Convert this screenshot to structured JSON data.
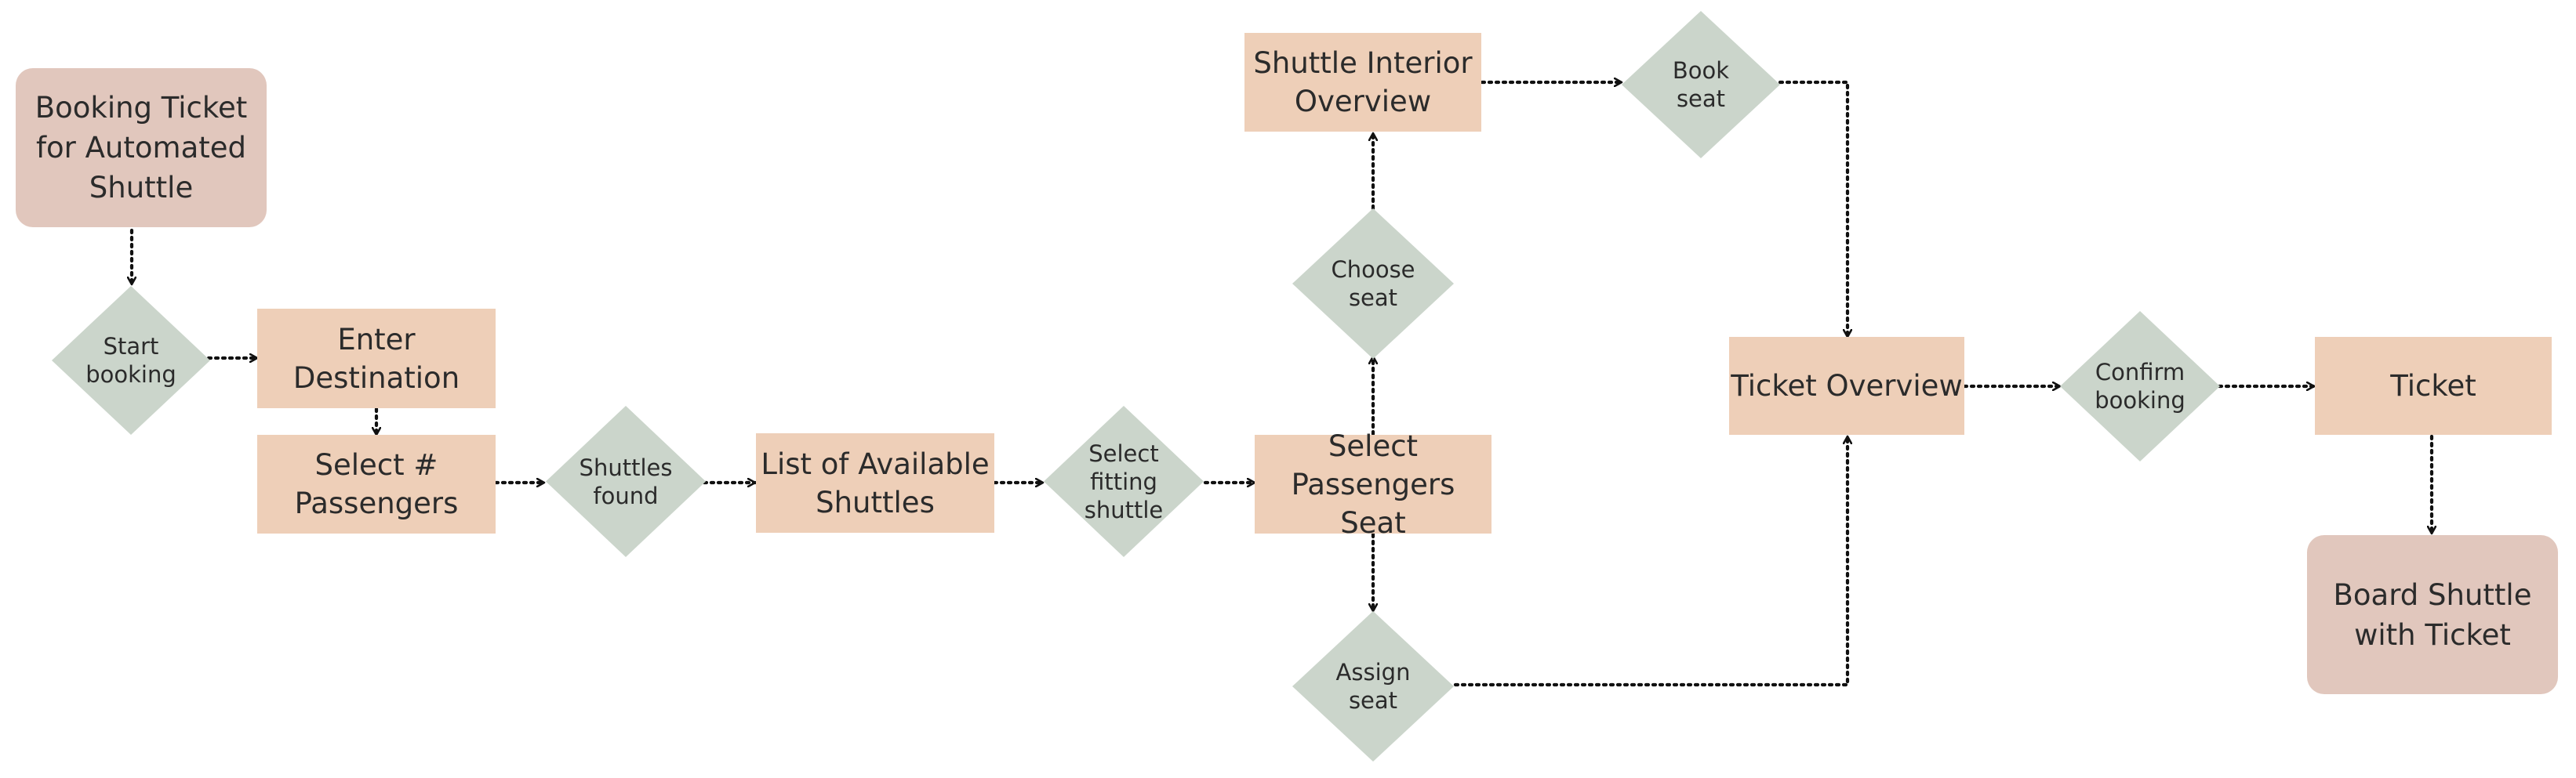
{
  "diagram": {
    "colors": {
      "terminal_fill": "#e1c7bd",
      "process_fill": "#eecfb8",
      "decision_fill": "#cbd5cb",
      "connector": "#111111",
      "text": "#2b2b2b"
    },
    "nodes": {
      "booking_ticket": "Booking Ticket\nfor Automated\nShuttle",
      "start_booking": "Start\nbooking",
      "enter_destination": "Enter\nDestination",
      "select_passengers": "Select #\nPassengers",
      "shuttles_found": "Shuttles\nfound",
      "list_shuttles": "List of Available\nShuttles",
      "select_fitting_shuttle": "Select\nfitting\nshuttle",
      "select_passengers_seat": "Select\nPassengers Seat",
      "choose_seat": "Choose\nseat",
      "shuttle_interior_overview": "Shuttle Interior\nOverview",
      "book_seat": "Book\nseat",
      "assign_seat": "Assign\nseat",
      "ticket_overview": "Ticket Overview",
      "confirm_booking": "Confirm\nbooking",
      "ticket": "Ticket",
      "board_shuttle": "Board Shuttle\nwith Ticket"
    },
    "edges": [
      {
        "from": "booking_ticket",
        "to": "start_booking"
      },
      {
        "from": "start_booking",
        "to": "enter_destination"
      },
      {
        "from": "enter_destination",
        "to": "select_passengers"
      },
      {
        "from": "select_passengers",
        "to": "shuttles_found"
      },
      {
        "from": "shuttles_found",
        "to": "list_shuttles"
      },
      {
        "from": "list_shuttles",
        "to": "select_fitting_shuttle"
      },
      {
        "from": "select_fitting_shuttle",
        "to": "select_passengers_seat"
      },
      {
        "from": "select_passengers_seat",
        "to": "choose_seat"
      },
      {
        "from": "choose_seat",
        "to": "shuttle_interior_overview"
      },
      {
        "from": "shuttle_interior_overview",
        "to": "book_seat"
      },
      {
        "from": "book_seat",
        "to": "ticket_overview"
      },
      {
        "from": "select_passengers_seat",
        "to": "assign_seat"
      },
      {
        "from": "assign_seat",
        "to": "ticket_overview"
      },
      {
        "from": "ticket_overview",
        "to": "confirm_booking"
      },
      {
        "from": "confirm_booking",
        "to": "ticket"
      },
      {
        "from": "ticket",
        "to": "board_shuttle"
      }
    ]
  }
}
